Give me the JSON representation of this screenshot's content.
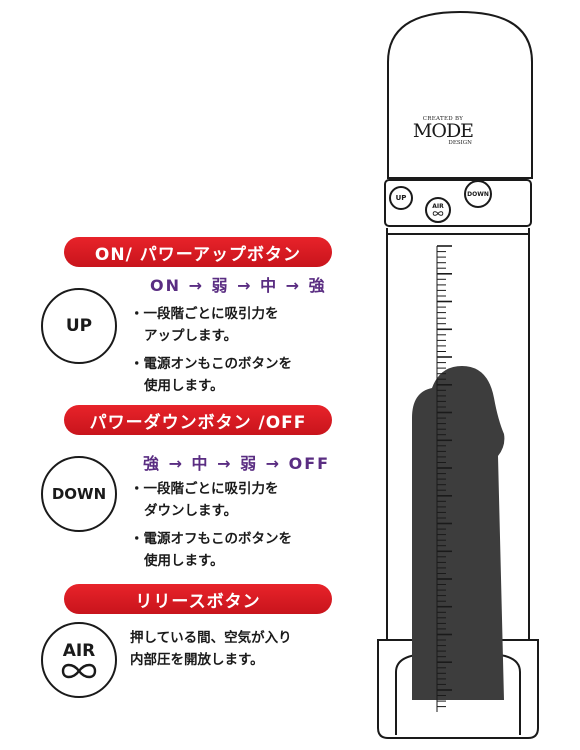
{
  "sections": {
    "on": {
      "title": "ON/ パワーアップボタン",
      "sequence": "ON → 弱 → 中 → 強",
      "button_label": "UP",
      "bullets": [
        "一段階ごとに吸引力を",
        "アップします。",
        "電源オンもこのボタンを",
        "使用します。"
      ]
    },
    "off": {
      "title": "パワーダウンボタン /OFF",
      "sequence": "強 → 中 → 弱 → OFF",
      "button_label": "DOWN",
      "bullets": [
        "一段階ごとに吸引力を",
        "ダウンします。",
        "電源オフもこのボタンを",
        "使用します。"
      ]
    },
    "release": {
      "title": "リリースボタン",
      "button_label": "AIR",
      "button_icon": "infinity-icon",
      "lines": [
        "押している間、空気が入り",
        "内部圧を開放します。"
      ]
    }
  },
  "device": {
    "logo_top": "CREATED BY",
    "logo_main": "MODE",
    "logo_bottom": "DESIGN",
    "btn_up": "UP",
    "btn_air": "AIR",
    "btn_down": "DOWN"
  },
  "colors": {
    "accent_red": "#d8191f",
    "sequence_purple": "#5a2d82",
    "shape_gray": "#3d3d3d"
  }
}
